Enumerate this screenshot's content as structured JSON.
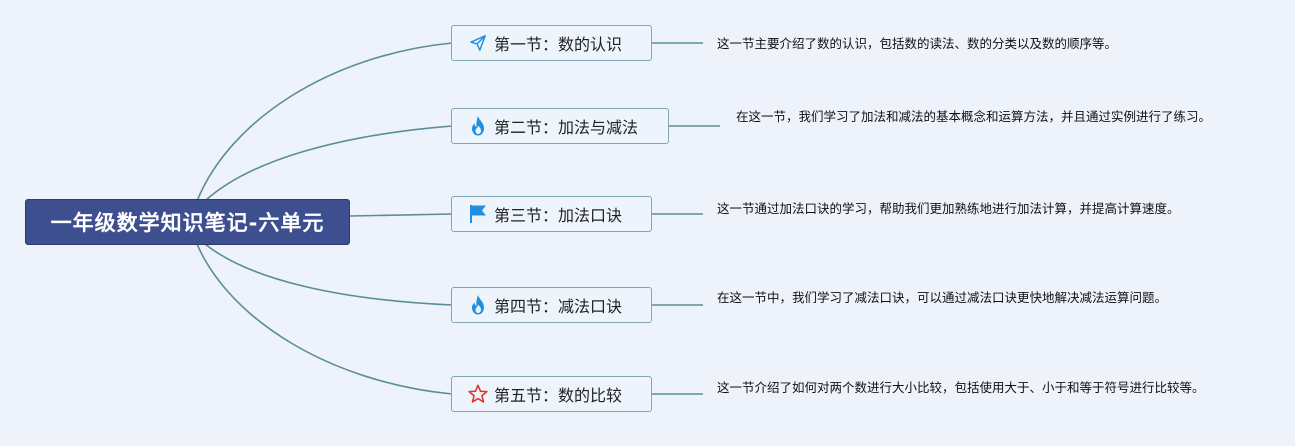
{
  "root": {
    "title": "一年级数学知识笔记-六单元"
  },
  "sections": [
    {
      "title": "第一节：数的认识",
      "icon": "paper-plane-icon",
      "note": "这一节主要介绍了数的认识，包括数的读法、数的分类以及数的顺序等。"
    },
    {
      "title": "第二节：加法与减法",
      "icon": "fire-icon",
      "note": "在这一节，我们学习了加法和减法的基本概念和运算方法，并且通过实例进行了练习。"
    },
    {
      "title": "第三节：加法口诀",
      "icon": "flag-icon",
      "note": "这一节通过加法口诀的学习，帮助我们更加熟练地进行加法计算，并提高计算速度。"
    },
    {
      "title": "第四节：减法口诀",
      "icon": "fire-icon",
      "note": "在这一节中，我们学习了减法口诀，可以通过减法口诀更快地解决减法运算问题。"
    },
    {
      "title": "第五节：数的比较",
      "icon": "star-icon",
      "note": "这一节介绍了如何对两个数进行大小比较，包括使用大于、小于和等于符号进行比较等。"
    }
  ],
  "colors": {
    "root_bg": "#3d4f8f",
    "line": "#5b8d94",
    "icon_blue": "#1e90e0",
    "icon_red": "#e0342a"
  }
}
